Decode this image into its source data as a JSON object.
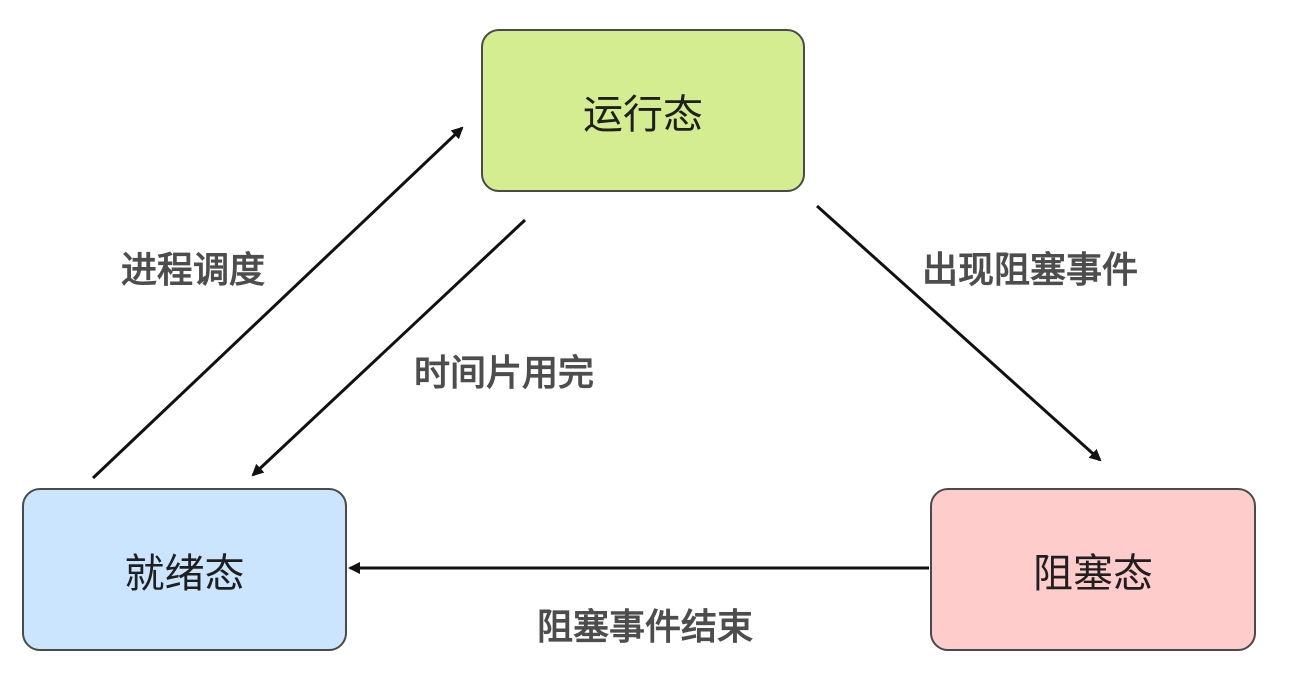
{
  "colors": {
    "running_fill": "#d4ed91",
    "ready_fill": "#cce5ff",
    "blocked_fill": "#ffcccc",
    "stroke": "#4a4a4a",
    "arrow": "#111111",
    "label_text": "#4d4d4d"
  },
  "nodes": {
    "running": {
      "label": "运行态"
    },
    "ready": {
      "label": "就绪态"
    },
    "blocked": {
      "label": "阻塞态"
    }
  },
  "edges": {
    "ready_to_running": {
      "label": "进程调度"
    },
    "running_to_ready": {
      "label": "时间片用完"
    },
    "running_to_blocked": {
      "label": "出现阻塞事件"
    },
    "blocked_to_ready": {
      "label": "阻塞事件结束"
    }
  }
}
